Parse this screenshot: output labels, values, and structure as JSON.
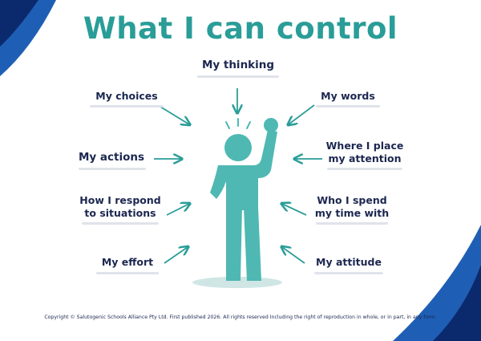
{
  "title": "What I can control",
  "items": {
    "thinking": "My thinking",
    "choices": "My choices",
    "words": "My words",
    "actions": "My actions",
    "attention_line1": "Where I place",
    "attention_line2": "my attention",
    "respond_line1": "How I respond",
    "respond_line2": "to situations",
    "time_line1": "Who I spend",
    "time_line2": "my time with",
    "effort": "My effort",
    "attitude": "My attitude"
  },
  "copyright": "Copyright © Salutogenic Schools Alliance Pty Ltd. First published 2026. All rights reserved Including the right of reproduction in whole, or in part, in any form.",
  "colors": {
    "teal": "#2a9d98",
    "navy": "#1c2750",
    "blue": "#1e5fb5",
    "underline": "#dfe3ea"
  }
}
